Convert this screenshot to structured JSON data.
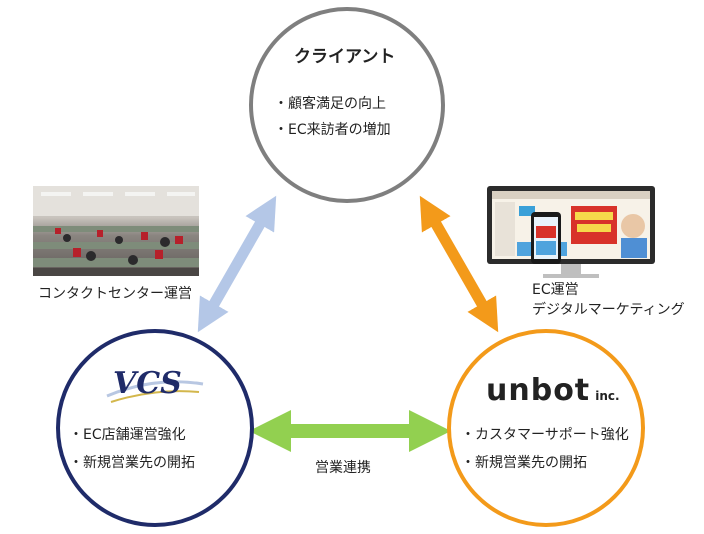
{
  "client": {
    "title": "クライアント",
    "bullets": [
      "顧客満足の向上",
      "EC来訪者の増加"
    ]
  },
  "vcs": {
    "logo_text": "VCS",
    "bullets": [
      "EC店舗運営強化",
      "新規営業先の開拓"
    ]
  },
  "unbot": {
    "logo_text": "unbot",
    "logo_suffix": "inc.",
    "bullets": [
      "カスタマーサポート強化",
      "新規営業先の開拓"
    ]
  },
  "captions": {
    "contact_center": "コンタクトセンター運営",
    "ec_ops": [
      "EC運営",
      "デジタルマーケティング"
    ],
    "sales_alliance": "営業連携"
  },
  "colors": {
    "client_ring": "#7f7f7f",
    "vcs_ring": "#1f2b69",
    "unbot_ring": "#f39a1a",
    "arrow_client_vcs": "#b4c7e7",
    "arrow_client_unbot": "#f39a1a",
    "arrow_vcs_unbot": "#92d050"
  }
}
